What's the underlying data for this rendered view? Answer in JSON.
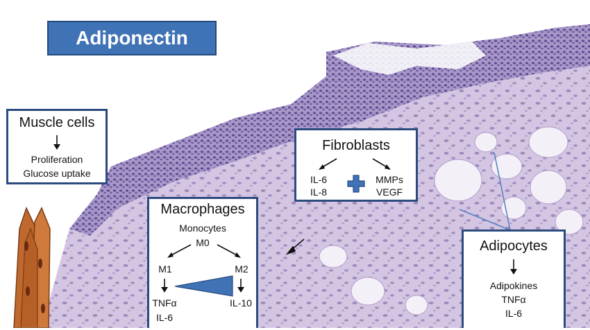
{
  "title": "Adiponectin",
  "muscle": {
    "heading": "Muscle cells",
    "line1": "Proliferation",
    "line2": "Glucose uptake"
  },
  "fibroblasts": {
    "heading": "Fibroblasts",
    "left1": "IL-6",
    "left2": "IL-8",
    "right1": "MMPs",
    "right2": "VEGF"
  },
  "macrophages": {
    "heading": "Macrophages",
    "monocytes": "Monocytes",
    "m0": "M0",
    "m1": "M1",
    "m2": "M2",
    "m1_out1": "TNFα",
    "m1_out2": "IL-6",
    "m2_out": "IL-10"
  },
  "adipocytes": {
    "heading": "Adipocytes",
    "line1": "Adipokines",
    "line2": "TNFα",
    "line3": "IL-6"
  },
  "colors": {
    "box_border": "#2b4a7d",
    "title_fill": "#3f73b5",
    "tissue": "#c9b8d9",
    "epithelium": "#8c78b6",
    "muscle": "#c0692f"
  }
}
